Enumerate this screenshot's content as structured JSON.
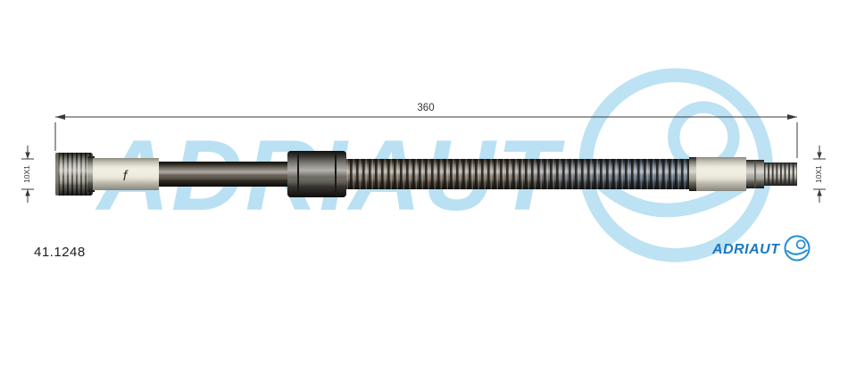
{
  "page": {
    "background": "#ffffff"
  },
  "part": {
    "number": "41.1248"
  },
  "dimension": {
    "length_label": "360",
    "left_thread_label": "10X1",
    "right_thread_label": "10X1"
  },
  "markings": {
    "sleeve_letter": "f"
  },
  "brand": {
    "watermark_text": "ADRIAUT",
    "logo_text": "ADRIAUT",
    "watermark_color": "#b9e1f3",
    "logo_color": "#1a78c6"
  },
  "colors": {
    "dimension_lines": "#3a3a3a",
    "hose_rubber": "#4e463a",
    "fitting_metal": "#b5b2a6",
    "sleeve": "#ece8d9"
  }
}
